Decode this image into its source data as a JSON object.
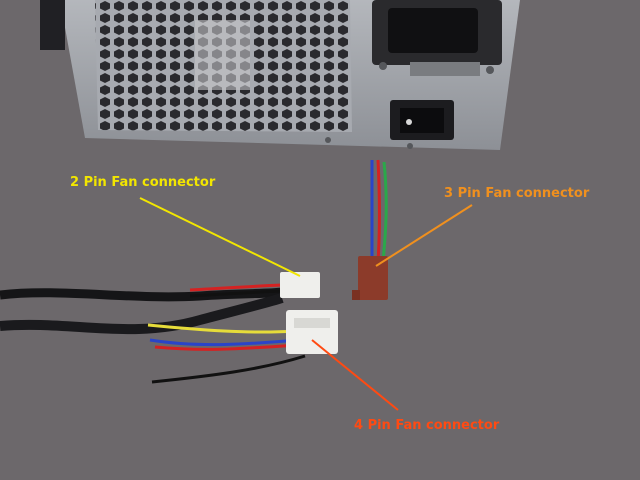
{
  "labels": {
    "two_pin": "2 Pin Fan connector",
    "three_pin": "3 Pin Fan connector",
    "four_pin": "4 Pin Fan connector"
  },
  "colors": {
    "two_pin_label": "#f2e600",
    "three_pin_label": "#f0901e",
    "four_pin_label": "#ff4a12",
    "psu_casing": "#a3a7ad",
    "connector_white": "#efefec",
    "connector_brown": "#8c3b2a"
  }
}
